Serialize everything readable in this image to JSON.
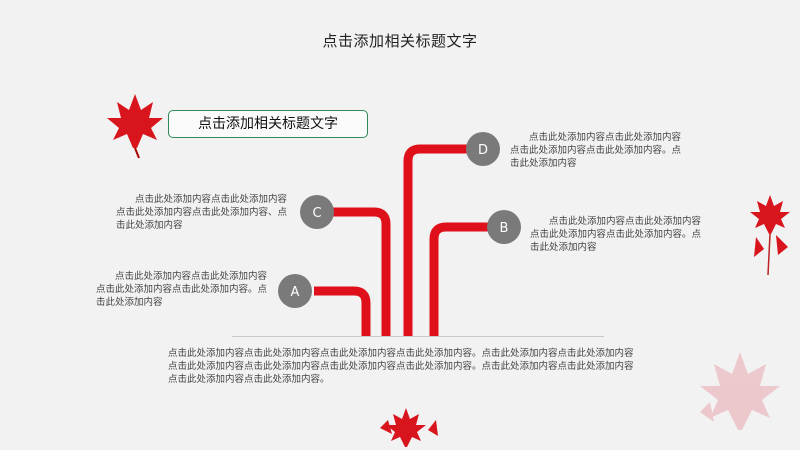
{
  "slide": {
    "title": "点击添加相关标题文字",
    "box_title": "点击添加相关标题文字",
    "baseline_text": "点击此处添加内容点击此处添加内容点击此处添加内容点击此处添加内容。点击此处添加内容点击此处添加内容点击此处添加内容点击此处添加内容点击此处添加内容点击此处添加内容。点击此处添加内容点击此处添加内容点击此处添加内容点击此处添加内容。",
    "colors": {
      "accent": "#e0101a",
      "circle": "#7a7a7a",
      "box_border": "#2e8b57"
    }
  },
  "nodes": [
    {
      "label": "D",
      "text": "　　点击此处添加内容点击此处添加内容点击此处添加内容点击此处添加内容。点击此处添加内容"
    },
    {
      "label": "C",
      "text": "　　点击此处添加内容点击此处添加内容点击此处添加内容点击此处添加内容、点击此处添加内容"
    },
    {
      "label": "B",
      "text": "　　点击此处添加内容点击此处添加内容点击此处添加内容点击此处添加内容。点击此处添加内容"
    },
    {
      "label": "A",
      "text": "　　点击此处添加内容点击此处添加内容点击此处添加内容点击此处添加内容。点击此处添加内容"
    }
  ],
  "decorations": [
    "maple-leaf-icon",
    "maple-leaf-icon",
    "maple-leaf-icon",
    "maple-leaf-icon"
  ]
}
